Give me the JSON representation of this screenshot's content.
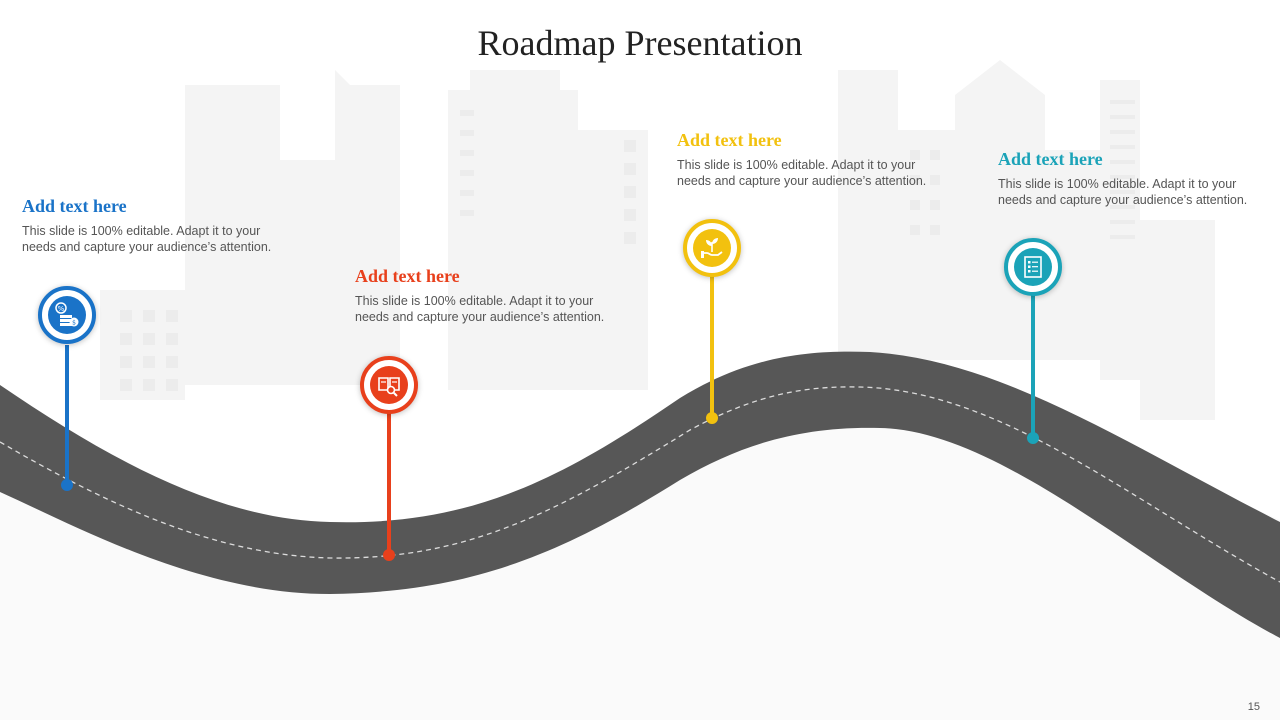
{
  "title": "Roadmap Presentation",
  "page_number": "15",
  "milestones": [
    {
      "heading": "Add text here",
      "body": "This slide is 100% editable. Adapt it to your needs and capture your audience’s attention.",
      "color": "#1a73c8",
      "icon": "coins-percent-icon"
    },
    {
      "heading": "Add text here",
      "body": "This slide is 100% editable. Adapt it to your needs and capture your audience’s attention.",
      "color": "#e8401c",
      "icon": "research-book-icon"
    },
    {
      "heading": "Add text here",
      "body": "This slide is 100% editable. Adapt it to your needs and capture your audience’s attention.",
      "color": "#f2c10f",
      "icon": "plant-hand-icon"
    },
    {
      "heading": "Add text here",
      "body": "This slide is 100% editable. Adapt it to your needs and capture your audience’s attention.",
      "color": "#1ba3b8",
      "icon": "checklist-icon"
    }
  ]
}
